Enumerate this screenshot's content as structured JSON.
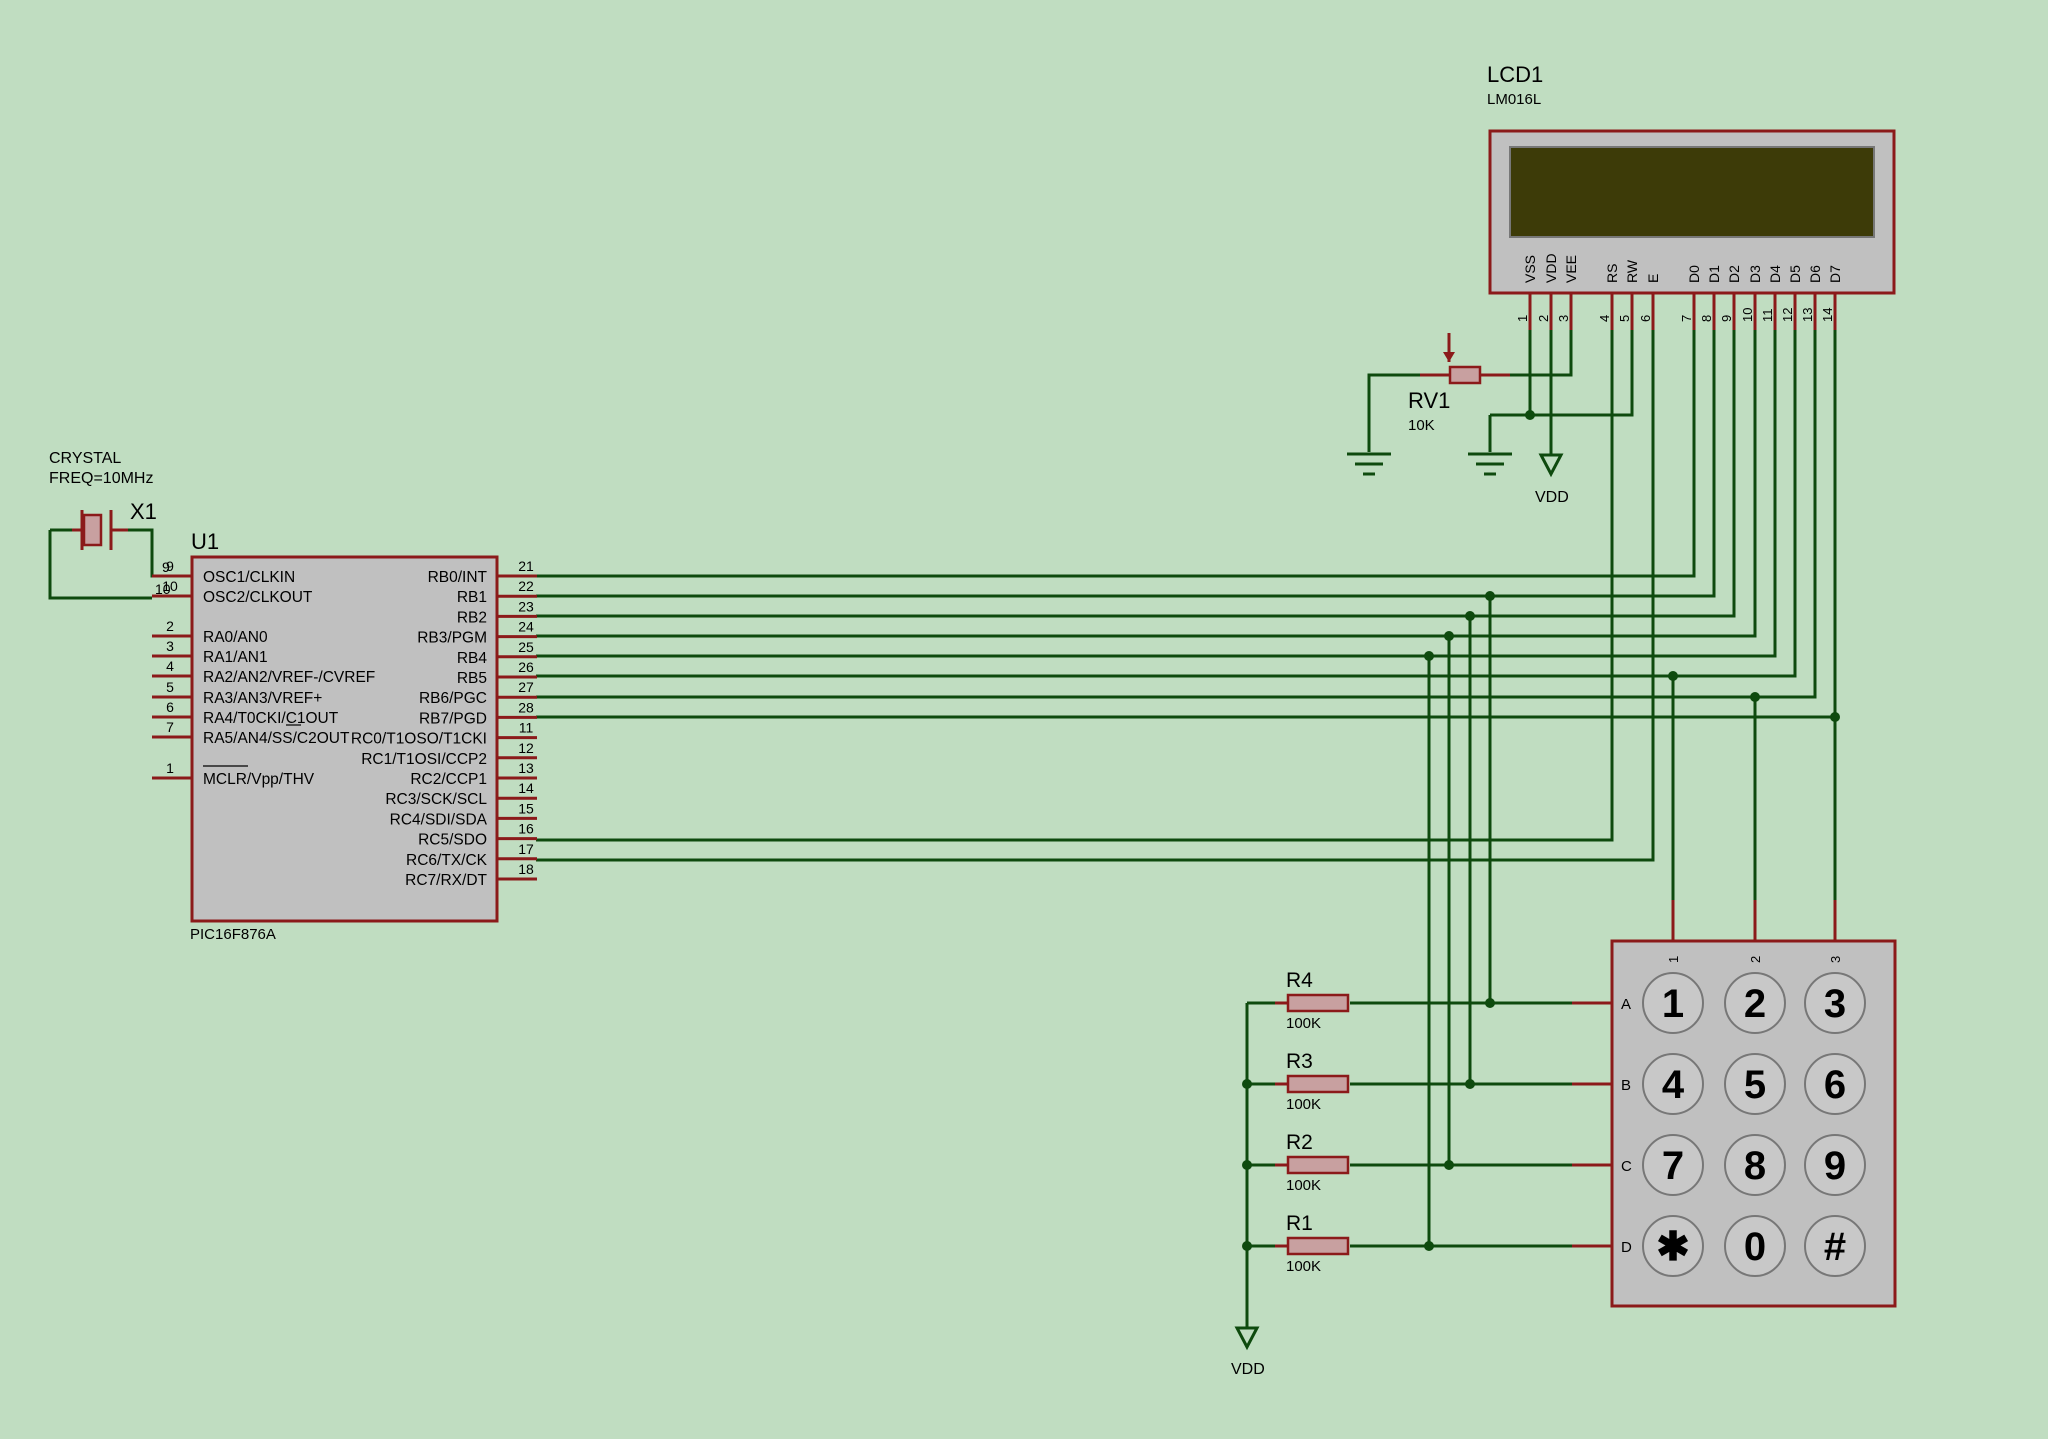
{
  "crystal": {
    "type_label": "CRYSTAL",
    "freq_label": "FREQ=10MHz",
    "ref": "X1",
    "pin_a": "9",
    "pin_b": "10"
  },
  "mcu": {
    "ref": "U1",
    "part": "PIC16F876A",
    "left_pins": [
      {
        "num": "9",
        "name": "OSC1/CLKIN"
      },
      {
        "num": "10",
        "name": "OSC2/CLKOUT"
      },
      {
        "num": "2",
        "name": "RA0/AN0"
      },
      {
        "num": "3",
        "name": "RA1/AN1"
      },
      {
        "num": "4",
        "name": "RA2/AN2/VREF-/CVREF"
      },
      {
        "num": "5",
        "name": "RA3/AN3/VREF+"
      },
      {
        "num": "6",
        "name": "RA4/T0CKI/C1OUT"
      },
      {
        "num": "7",
        "name": "RA5/AN4/SS/C2OUT"
      },
      {
        "num": "1",
        "name": "MCLR/Vpp/THV"
      }
    ],
    "right_pins": [
      {
        "num": "21",
        "name": "RB0/INT"
      },
      {
        "num": "22",
        "name": "RB1"
      },
      {
        "num": "23",
        "name": "RB2"
      },
      {
        "num": "24",
        "name": "RB3/PGM"
      },
      {
        "num": "25",
        "name": "RB4"
      },
      {
        "num": "26",
        "name": "RB5"
      },
      {
        "num": "27",
        "name": "RB6/PGC"
      },
      {
        "num": "28",
        "name": "RB7/PGD"
      },
      {
        "num": "11",
        "name": "RC0/T1OSO/T1CKI"
      },
      {
        "num": "12",
        "name": "RC1/T1OSI/CCP2"
      },
      {
        "num": "13",
        "name": "RC2/CCP1"
      },
      {
        "num": "14",
        "name": "RC3/SCK/SCL"
      },
      {
        "num": "15",
        "name": "RC4/SDI/SDA"
      },
      {
        "num": "16",
        "name": "RC5/SDO"
      },
      {
        "num": "17",
        "name": "RC6/TX/CK"
      },
      {
        "num": "18",
        "name": "RC7/RX/DT"
      }
    ]
  },
  "lcd": {
    "ref": "LCD1",
    "part": "LM016L",
    "pins": [
      {
        "num": "1",
        "name": "VSS"
      },
      {
        "num": "2",
        "name": "VDD"
      },
      {
        "num": "3",
        "name": "VEE"
      },
      {
        "num": "4",
        "name": "RS"
      },
      {
        "num": "5",
        "name": "RW"
      },
      {
        "num": "6",
        "name": "E"
      },
      {
        "num": "7",
        "name": "D0"
      },
      {
        "num": "8",
        "name": "D1"
      },
      {
        "num": "9",
        "name": "D2"
      },
      {
        "num": "10",
        "name": "D3"
      },
      {
        "num": "11",
        "name": "D4"
      },
      {
        "num": "12",
        "name": "D5"
      },
      {
        "num": "13",
        "name": "D6"
      },
      {
        "num": "14",
        "name": "D7"
      }
    ]
  },
  "pot": {
    "ref": "RV1",
    "value": "10K"
  },
  "power": {
    "vdd_label": "VDD"
  },
  "resistors": [
    {
      "ref": "R4",
      "value": "100K"
    },
    {
      "ref": "R3",
      "value": "100K"
    },
    {
      "ref": "R2",
      "value": "100K"
    },
    {
      "ref": "R1",
      "value": "100K"
    }
  ],
  "keypad": {
    "row_labels": [
      "A",
      "B",
      "C",
      "D"
    ],
    "col_labels": [
      "1",
      "2",
      "3"
    ],
    "keys": [
      [
        "1",
        "2",
        "3"
      ],
      [
        "4",
        "5",
        "6"
      ],
      [
        "7",
        "8",
        "9"
      ],
      [
        "✱",
        "0",
        "#"
      ]
    ]
  },
  "colors": {
    "background": "#c0ddc1",
    "component_outline": "#8b1a1a",
    "component_fill": "#c0c0c0",
    "wire": "#0e4a0e",
    "lcd_screen": "#3d3b08"
  }
}
